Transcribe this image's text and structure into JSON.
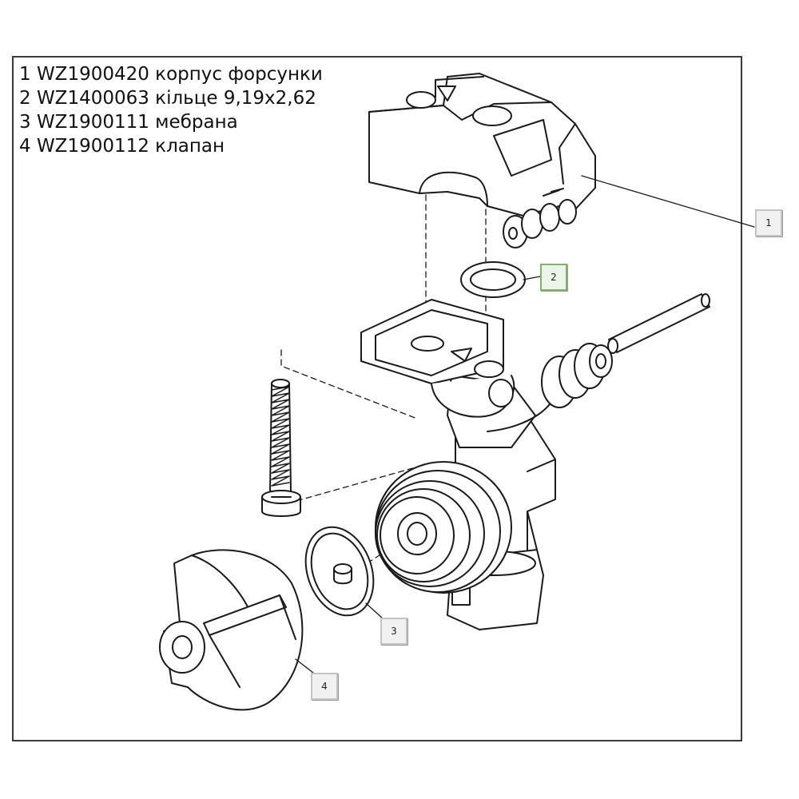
{
  "legend": [
    "1 WZ1900420 корпус форсунки",
    "2 WZ1400063 кільце 9,19x2,62",
    "3 WZ1900111 мебрана",
    "4 WZ1900112 клапан"
  ],
  "callouts": {
    "c1": "1",
    "c2": "2",
    "c3": "3",
    "c4": "4"
  },
  "colors": {
    "line": "#1a1a1a",
    "callout_active_border": "#7fb36d",
    "callout_border": "#c4c4c4"
  }
}
